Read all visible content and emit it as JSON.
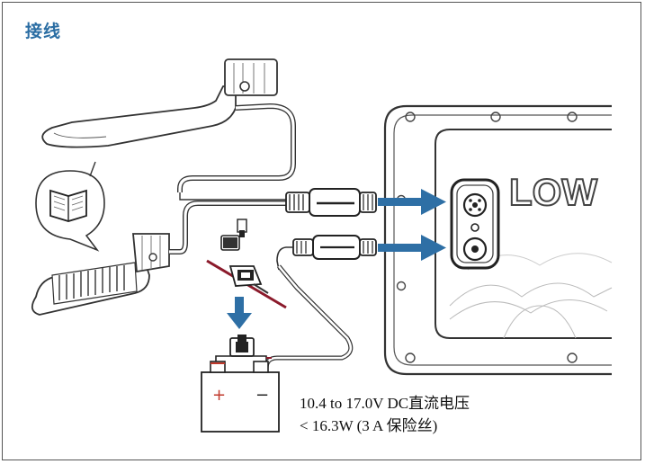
{
  "title": "接线",
  "display_logo": "LOW",
  "battery": {
    "positive": "+",
    "negative": "−"
  },
  "power_spec": {
    "line1": "10.4 to 17.0V DC直流电压",
    "line2": "< 16.3W (3 A 保险丝)"
  },
  "colors": {
    "title": "#2a6da3",
    "arrow": "#2e6fa5",
    "battery_positive": "#c0392b",
    "fuse_wire": "#8b1a2b",
    "line": "#333333"
  },
  "icons": [
    "transducer-icon",
    "manual-icon",
    "fuse-icon",
    "battery-icon",
    "display-unit-icon",
    "connector-icon",
    "arrow-icon"
  ]
}
